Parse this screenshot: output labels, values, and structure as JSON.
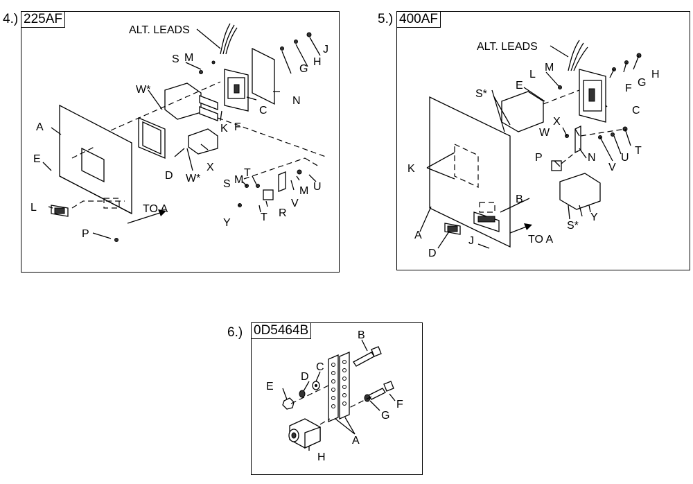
{
  "panels": [
    {
      "number": "4.)",
      "tag": "225AF",
      "labels": {
        "alt_leads": "ALT. LEADS",
        "to_a": "TO A",
        "A": "A",
        "C": "C",
        "D": "D",
        "E": "E",
        "F": "F",
        "G": "G",
        "H": "H",
        "J": "J",
        "K": "K",
        "L": "L",
        "M1": "M",
        "M2": "M",
        "M3": "M",
        "N": "N",
        "P": "P",
        "R": "R",
        "S1": "S",
        "S2": "S",
        "T1": "T",
        "T2": "T",
        "U": "U",
        "V": "V",
        "W1": "W*",
        "W2": "W*",
        "X": "X",
        "Y": "Y"
      }
    },
    {
      "number": "5.)",
      "tag": "400AF",
      "labels": {
        "alt_leads": "ALT. LEADS",
        "to_a": "TO A",
        "A": "A",
        "B": "B",
        "C": "C",
        "D": "D",
        "E": "E",
        "F": "F",
        "G": "G",
        "H": "H",
        "J": "J",
        "K": "K",
        "L": "L",
        "M": "M",
        "N": "N",
        "P": "P",
        "S1": "S*",
        "S2": "S*",
        "T": "T",
        "U": "U",
        "V": "V",
        "W": "W",
        "X": "X",
        "Y": "Y"
      }
    },
    {
      "number": "6.)",
      "tag": "0D5464B",
      "labels": {
        "A": "A",
        "B": "B",
        "C": "C",
        "D": "D",
        "E": "E",
        "F": "F",
        "G": "G",
        "H": "H"
      }
    }
  ]
}
